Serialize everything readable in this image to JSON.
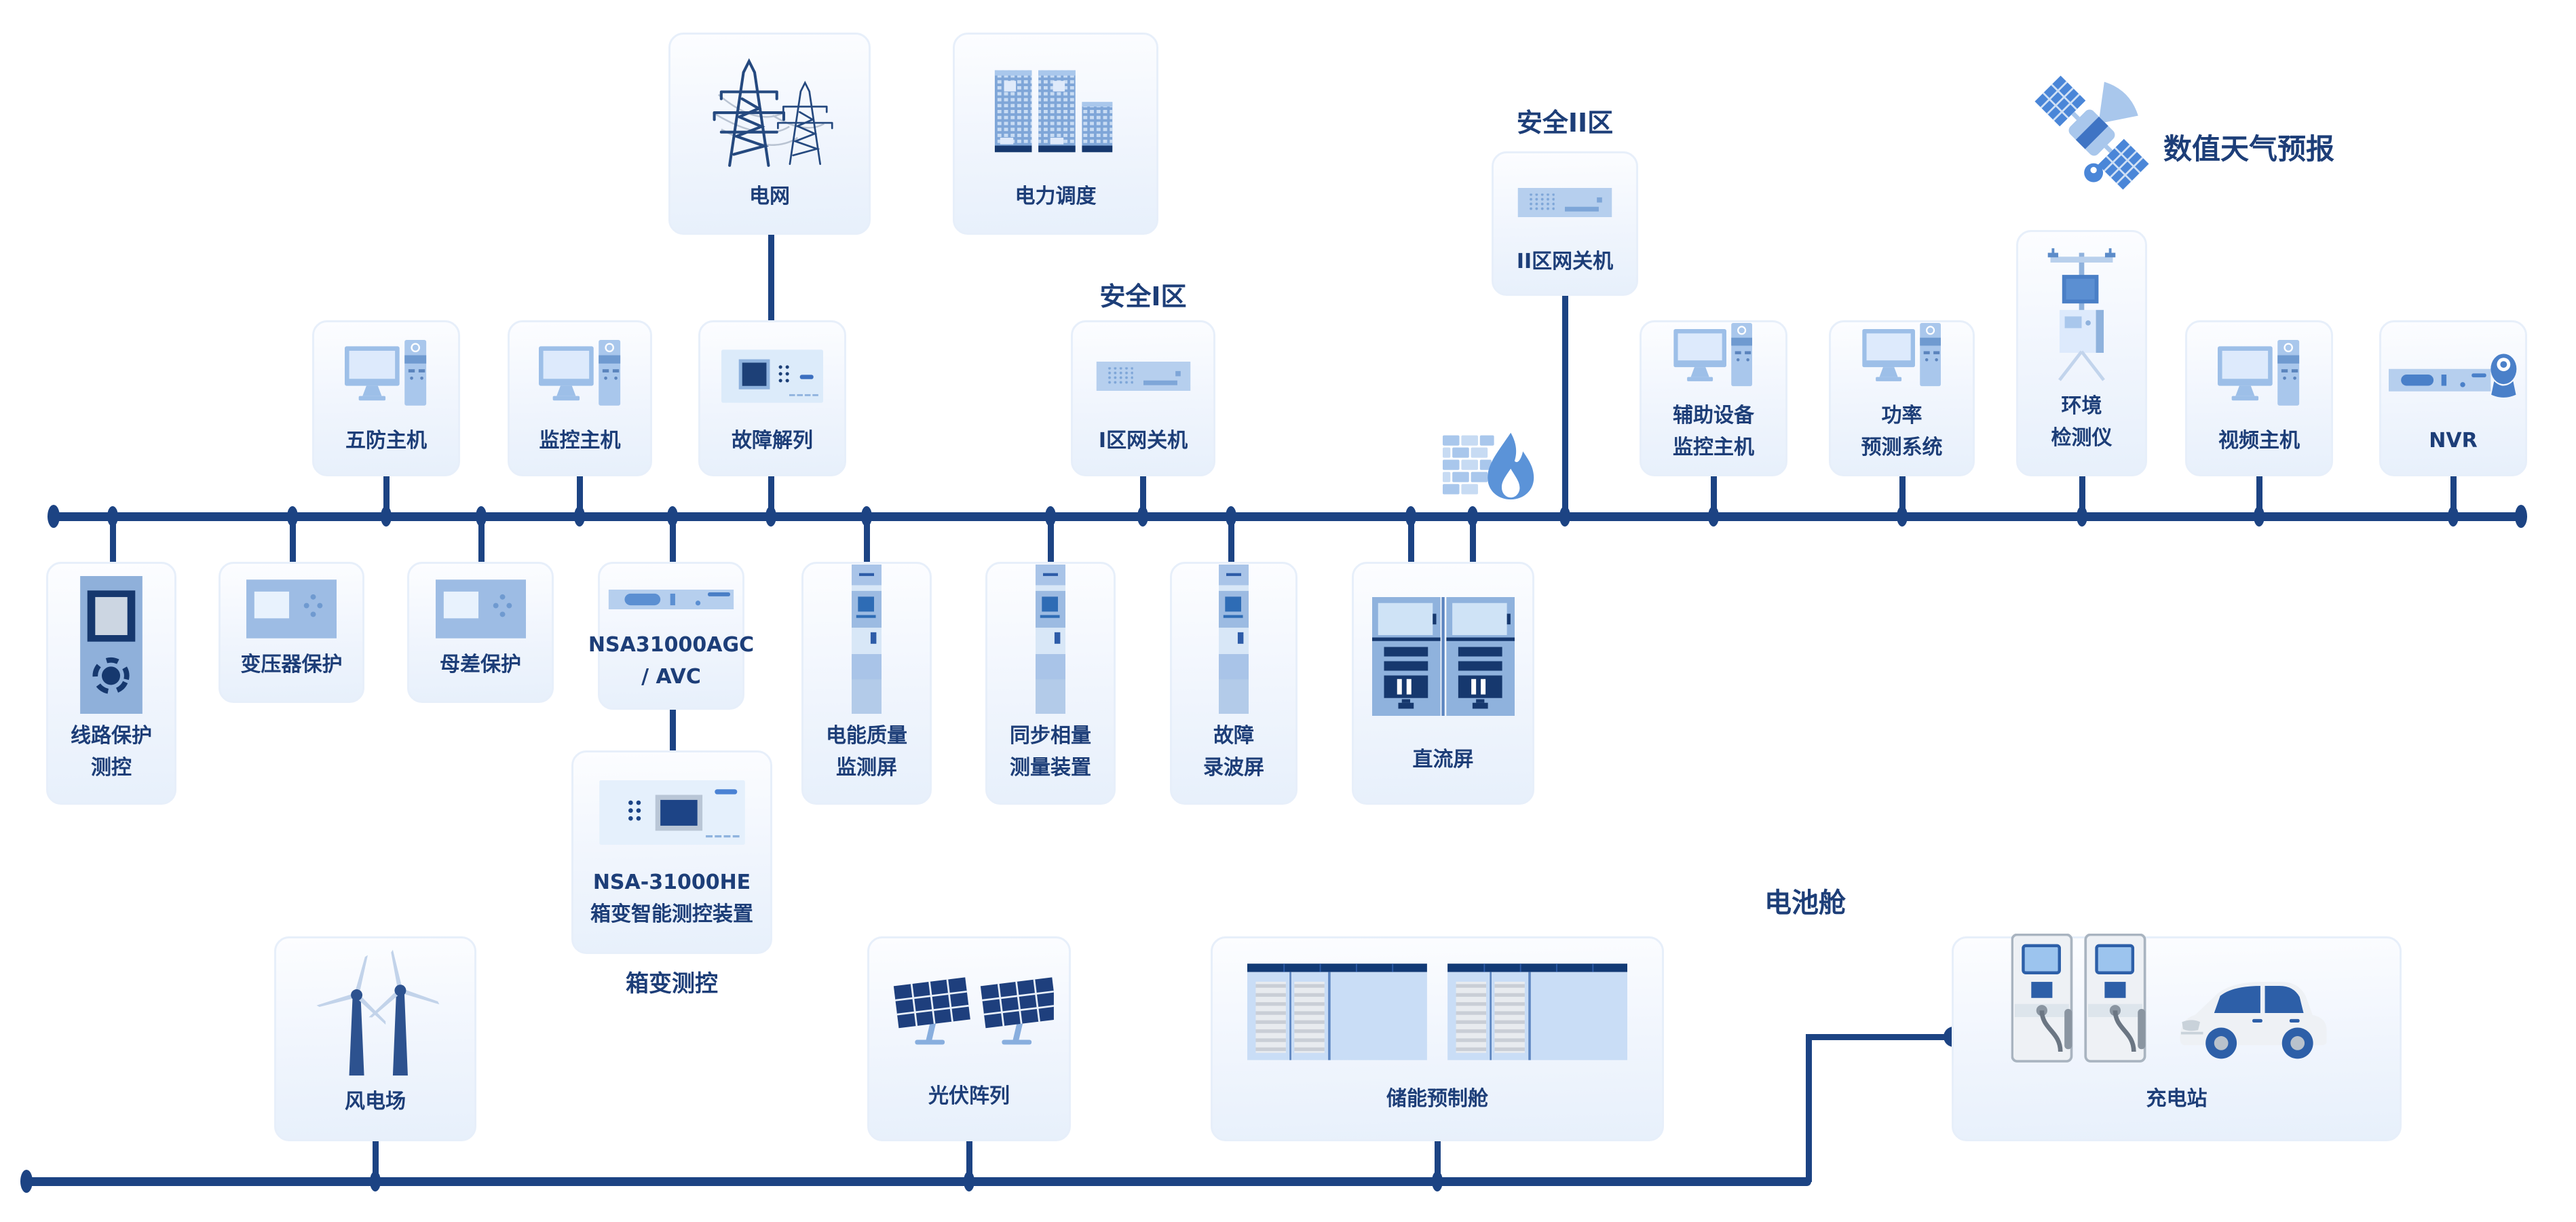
{
  "colors": {
    "line": "#1c4383",
    "text": "#1d3e78",
    "box_border": "#e7effa",
    "box_fill": "#eef4fc",
    "icon_navy": "#16386e",
    "icon_blue": "#4a80cc",
    "icon_steel": "#8fb2dd",
    "icon_light": "#a9c7ec",
    "icon_pale": "#ddeafc"
  },
  "titles": {
    "zone1": "安全I区",
    "zone2": "安全II区",
    "weather": "数值天气预报",
    "battery_cabin": "电池舱",
    "box_transformer": "箱变测控"
  },
  "nodes": {
    "grid": {
      "label": "电网"
    },
    "dispatch": {
      "label": "电力调度"
    },
    "zone2_gateway": {
      "label": "II区网关机"
    },
    "wufang": {
      "label": "五防主机"
    },
    "monitor_host": {
      "label": "监控主机"
    },
    "fault_splitting": {
      "label": "故障解列"
    },
    "zone1_gateway": {
      "label": "I区网关机"
    },
    "aux_monitor": {
      "label": "辅助设备\n监控主机"
    },
    "power_forecast": {
      "label": "功率\n预测系统"
    },
    "env_detector": {
      "label": "环境\n检测仪"
    },
    "video_host": {
      "label": "视频主机"
    },
    "nvr": {
      "label": "NVR"
    },
    "line_protection": {
      "label": "线路保护\n测控"
    },
    "transformer_protection": {
      "label": "变压器保护"
    },
    "busbar_protection": {
      "label": "母差保护"
    },
    "agc": {
      "label": "NSA31000AGC\n/ AVC"
    },
    "pq_monitor": {
      "label": "电能质量\n监测屏"
    },
    "pmu": {
      "label": "同步相量\n测量装置"
    },
    "fault_recorder": {
      "label": "故障\n录波屏"
    },
    "dc_screen": {
      "label": "直流屏"
    },
    "he_device": {
      "label": "NSA-31000HE\n箱变智能测控装置"
    },
    "wind_farm": {
      "label": "风电场"
    },
    "pv_array": {
      "label": "光伏阵列"
    },
    "storage_cabin": {
      "label": "储能预制舱"
    },
    "charging_station": {
      "label": "充电站"
    }
  }
}
